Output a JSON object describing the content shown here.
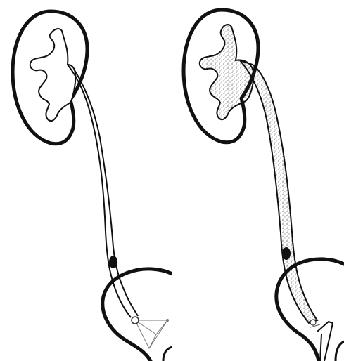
{
  "figure": {
    "panels": [
      {
        "id": "left",
        "ureter_fill": "clear",
        "ureter_has_stone": true
      },
      {
        "id": "right",
        "ureter_fill": "stippled",
        "ureter_has_stone": true
      }
    ],
    "colors": {
      "background": "#ffffff",
      "outline": "#111111",
      "fine_line": "#777777",
      "stipple": "#222222"
    }
  }
}
